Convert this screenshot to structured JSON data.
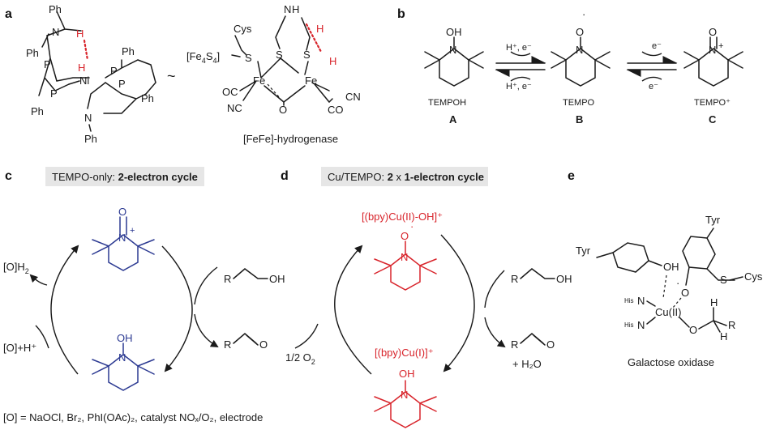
{
  "panels": {
    "a": "a",
    "b": "b",
    "c": "c",
    "d": "d",
    "e": "e"
  },
  "panel_a": {
    "atoms": {
      "ni": "Ni",
      "n": "N",
      "p": "P",
      "h": "H",
      "ph": "Ph",
      "cys": "Cys",
      "fe4s4": "[Fe",
      "fe4s4_sub1": "4",
      "fe4s4_s": "S",
      "fe4s4_sub2": "4",
      "fe4s4_close": "]",
      "s": "S",
      "fe": "Fe",
      "oc": "OC",
      "nc": "NC",
      "o": "O",
      "co": "CO",
      "cn": "CN",
      "nh": "N",
      "h_top": "H"
    },
    "tilde": "~",
    "caption": "[FeFe]-hydrogenase"
  },
  "panel_b": {
    "oh": "OH",
    "o_rad": "O",
    "o_plus": "O",
    "n": "N",
    "n_plus": "N",
    "plus": "+",
    "rad_dot": "·",
    "arrow1_top": "H⁺, e⁻",
    "arrow1_bottom": "H⁺, e⁻",
    "arrow2_top": "e⁻",
    "arrow2_bottom": "e⁻",
    "names": [
      "TEMPOH",
      "TEMPO",
      "TEMPO⁺"
    ],
    "letters": [
      "A",
      "B",
      "C"
    ]
  },
  "panel_c": {
    "title_plain": "TEMPO-only: ",
    "title_bold": "2-electron cycle",
    "o_h2": "[O]H",
    "o_h2_sub": "2",
    "o_plus_h": "[O]+H⁺",
    "r": "R",
    "oh": "OH",
    "o": "O",
    "n": "N",
    "plus": "+",
    "footnote": "[O] = NaOCl, Br₂, PhI(OAc)₂, catalyst NOₓ/O₂, electrode"
  },
  "panel_d": {
    "title_plain": "Cu/TEMPO: ",
    "title_bold1": "2",
    "title_x": " x ",
    "title_bold2": "1-electron cycle",
    "cu2": "[(bpy)Cu(II)-OH]⁺",
    "cu1": "[(bpy)Cu(I)]⁺",
    "half_o2": "1/2 O",
    "half_o2_sub": "2",
    "r": "R",
    "oh": "OH",
    "o": "O",
    "n": "N",
    "water": "+ H₂O"
  },
  "panel_e": {
    "tyr1": "Tyr",
    "tyr2": "Tyr",
    "oh": "OH",
    "o": "O",
    "s": "S",
    "cys": "Cys",
    "his": "His",
    "n": "N",
    "cu": "Cu(II)",
    "h": "H",
    "r": "R",
    "caption": "Galactose oxidase"
  },
  "colors": {
    "red": "#d8242b",
    "blue": "#2c3a92",
    "header_bg": "#e6e6e6",
    "ink": "#1a1a1a"
  }
}
